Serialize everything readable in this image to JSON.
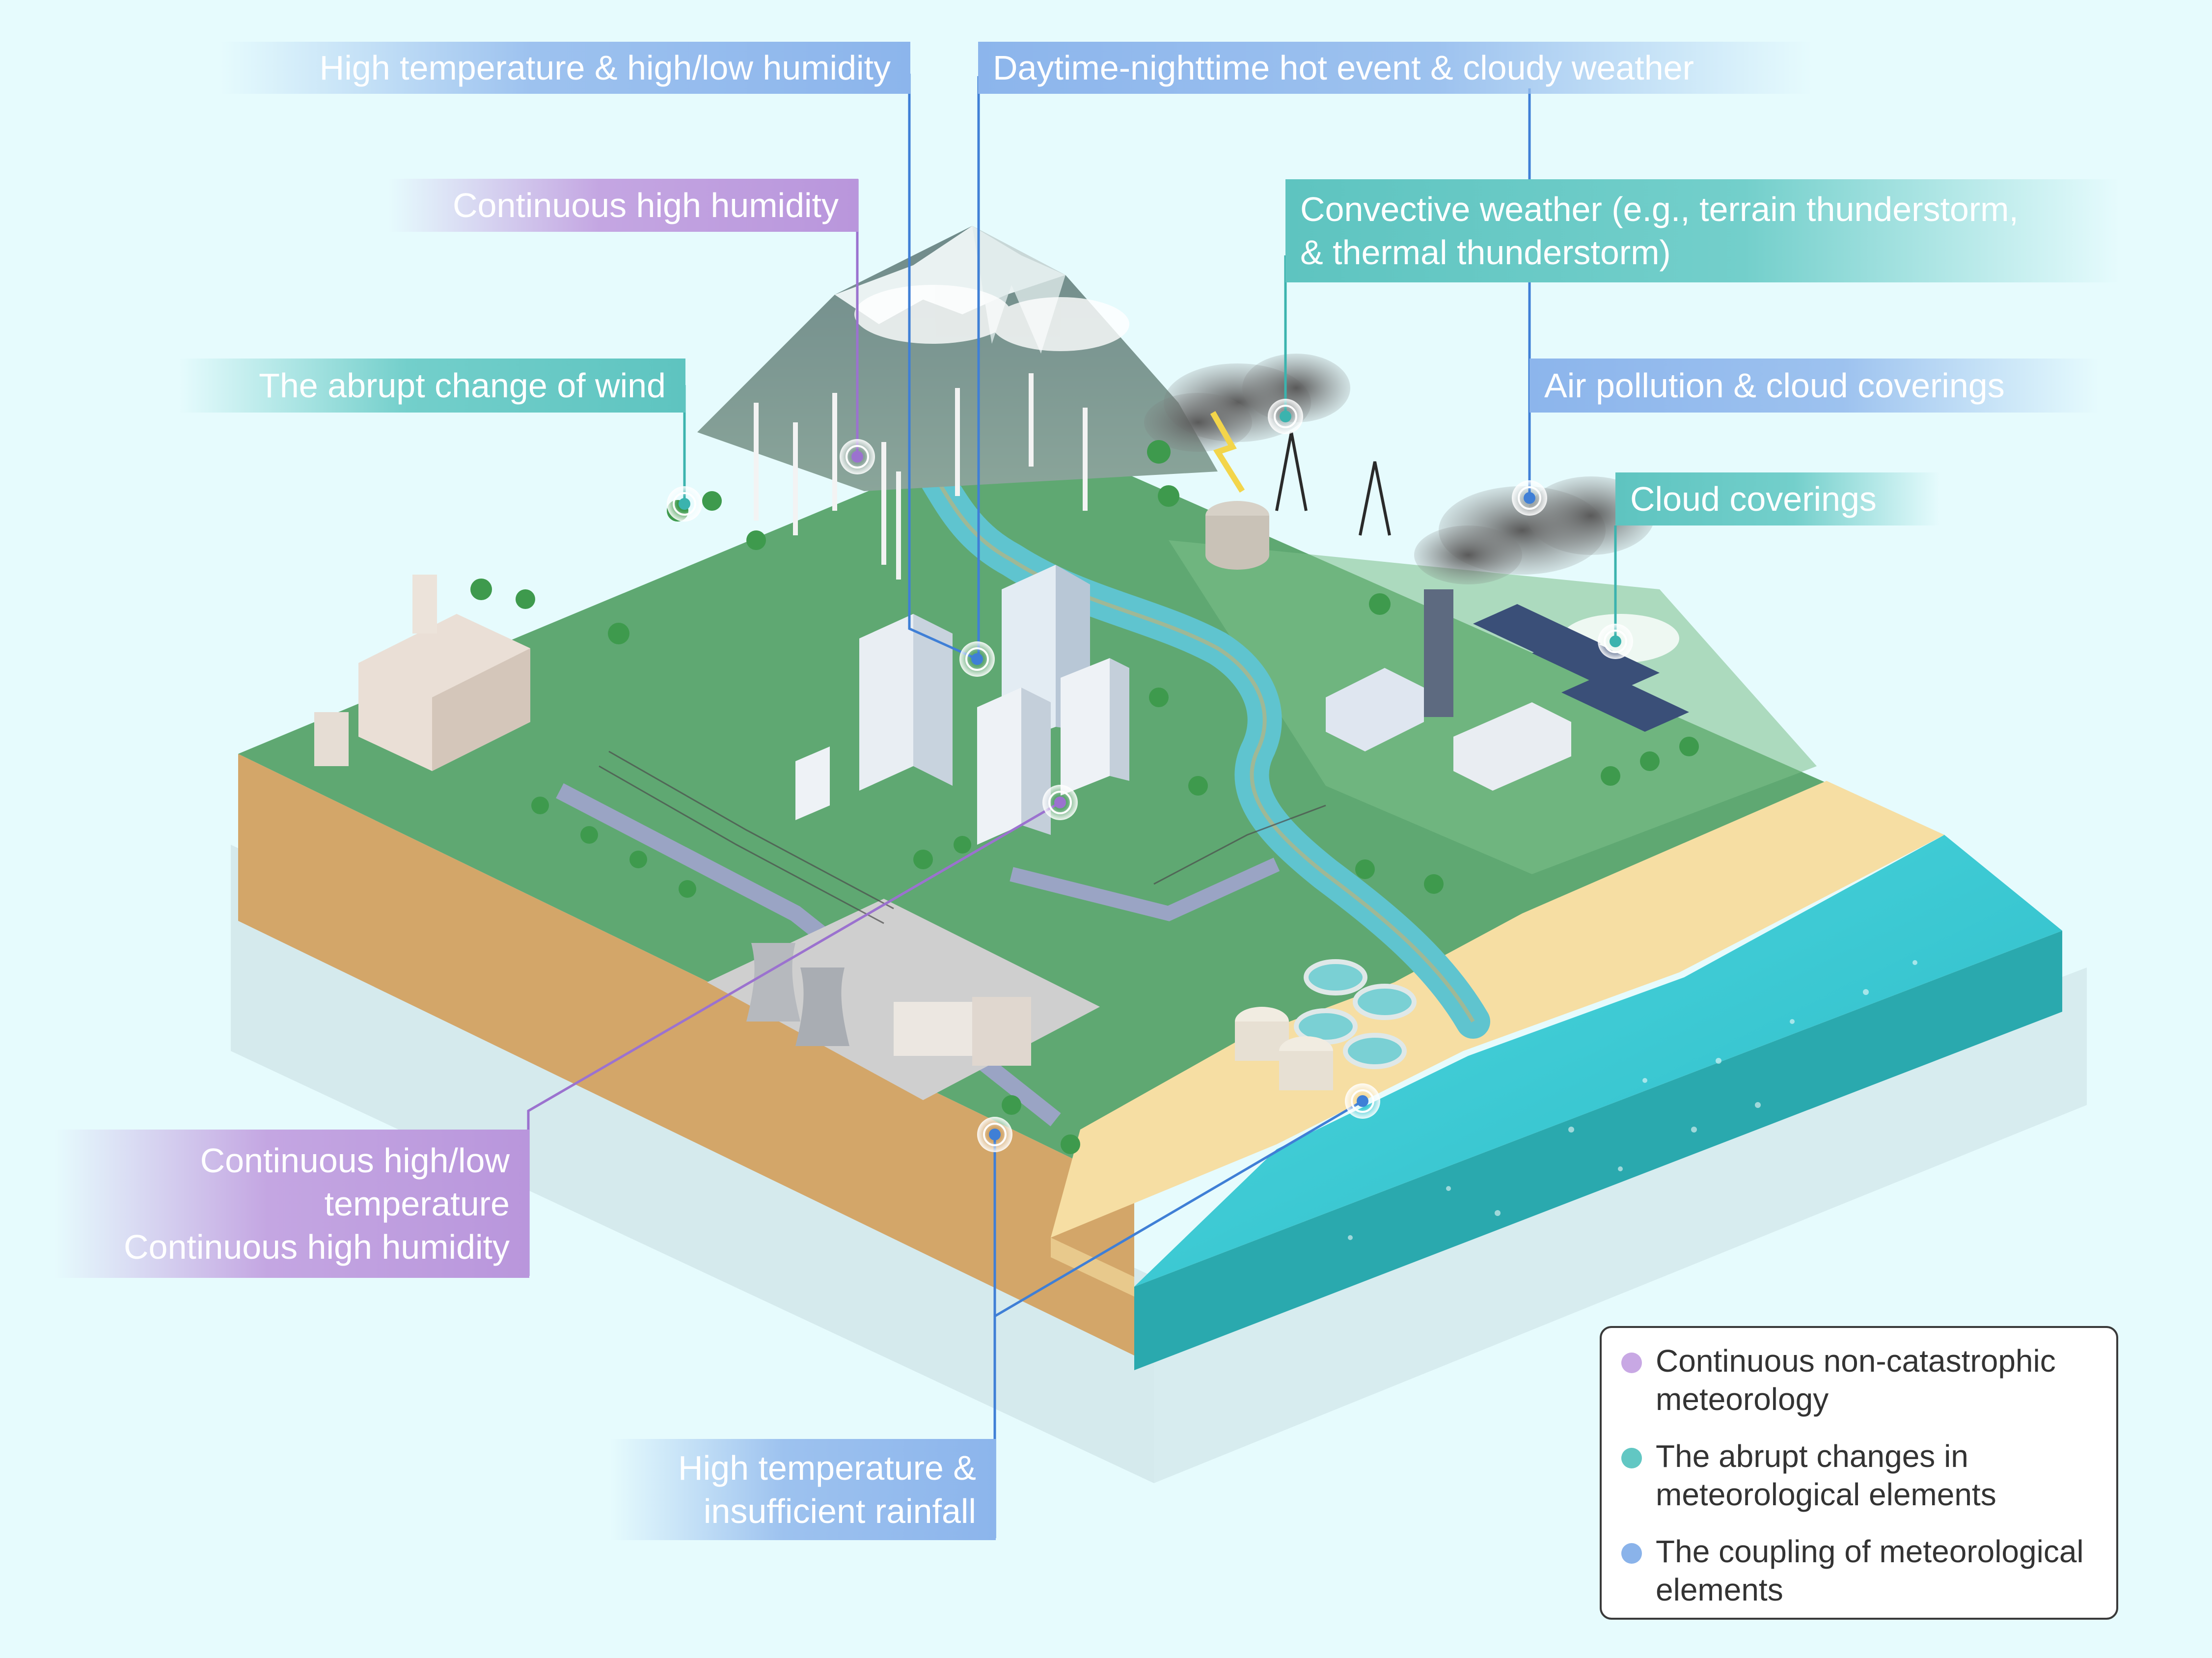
{
  "labels": {
    "high_temp_humidity": "High temperature & high/low humidity",
    "continuous_high_humidity": "Continuous high humidity",
    "abrupt_wind": "The abrupt change of wind",
    "day_night_hot": "Daytime-nighttime hot event & cloudy weather",
    "convective_line1": "Convective weather (e.g., terrain thunderstorm,",
    "convective_line2": "& thermal thunderstorm)",
    "air_pollution": "Air pollution & cloud coverings",
    "cloud_coverings": "Cloud coverings",
    "continuous_hl_temp_line1": "Continuous high/low",
    "continuous_hl_temp_line2": "temperature",
    "continuous_hl_temp_line3": "Continuous high humidity",
    "high_temp_rain_line1": "High temperature &",
    "high_temp_rain_line2": "insufficient rainfall"
  },
  "legend": {
    "items": [
      {
        "text": "Continuous non-catastrophic meteorology",
        "color": "#c8a8e4"
      },
      {
        "text": "The abrupt changes in meteorological elements",
        "color": "#62c7c3"
      },
      {
        "text": "The coupling of meteorological elements",
        "color": "#8ab3ea"
      }
    ]
  },
  "colors": {
    "purple": "#9b72cf",
    "teal": "#3bb3ae",
    "blue": "#3f7fd6",
    "land": "#5fae7a",
    "sea": "#35c9d3",
    "soil": "#d7a86a",
    "sand": "#f6dfa4"
  }
}
